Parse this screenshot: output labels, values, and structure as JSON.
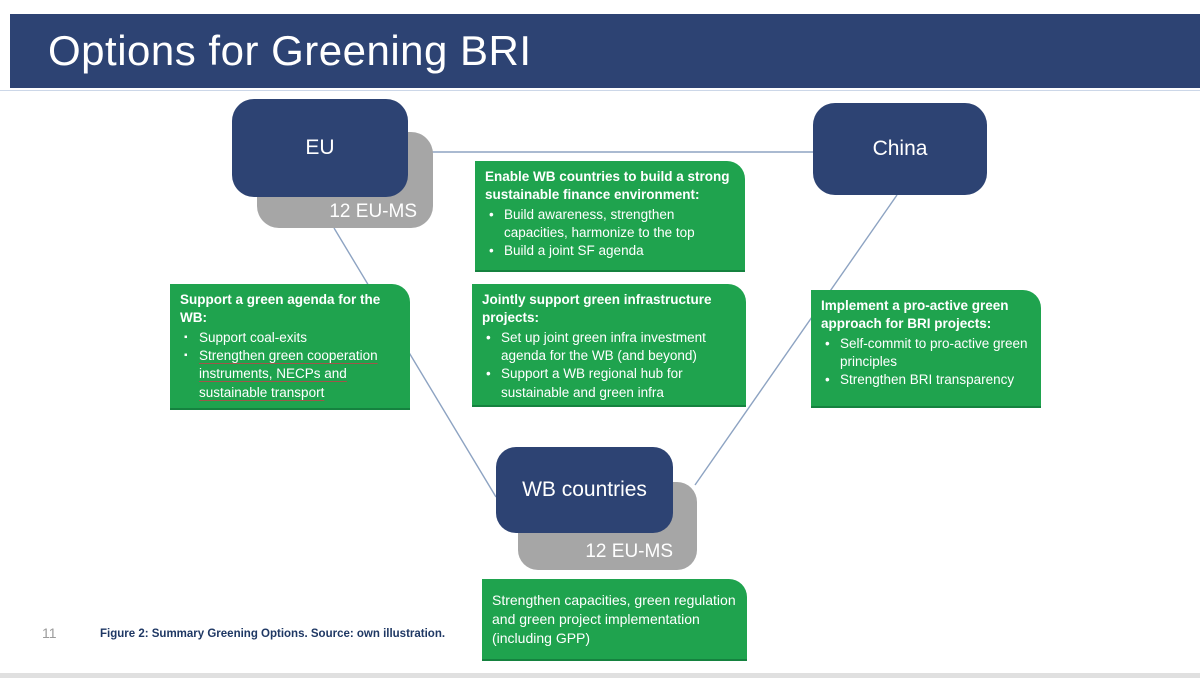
{
  "header": {
    "title": "Options for Greening BRI"
  },
  "nodes": {
    "eu": {
      "label": "EU",
      "badge": "12 EU-MS"
    },
    "china": {
      "label": "China"
    },
    "wb": {
      "label": "WB countries",
      "badge": "12 EU-MS"
    }
  },
  "green_boxes": {
    "top": {
      "title": "Enable WB countries to build a strong sustainable finance environment:",
      "bullets": [
        {
          "text": "Build awareness, strengthen capacities, harmonize to the top"
        },
        {
          "text": "Build a joint SF agenda"
        }
      ]
    },
    "left": {
      "title": "Support a green agenda for the WB:",
      "bullets": [
        {
          "text": "Support coal-exits"
        },
        {
          "text": "Strengthen green cooperation instruments, NECPs and sustainable transport",
          "underline": true
        }
      ]
    },
    "middle": {
      "title": "Jointly support green infrastructure projects:",
      "bullets": [
        {
          "text": "Set up joint green infra investment agenda for the WB (and beyond)"
        },
        {
          "text": "Support a  WB regional hub for sustainable and green infra"
        }
      ]
    },
    "right": {
      "title": "Implement a pro-active green approach for BRI projects:",
      "bullets": [
        {
          "text": "Self-commit to pro-active green principles"
        },
        {
          "text": "Strengthen BRI transparency"
        }
      ]
    },
    "bottom": {
      "text": "Strengthen capacities, green regulation and green project implementation (including GPP)"
    }
  },
  "footer": {
    "page_number": "11",
    "caption": "Figure 2: Summary Greening Options. Source: own illustration."
  },
  "colors": {
    "navy": "#2d4373",
    "green": "#1fa34e",
    "green_border": "#15823f",
    "gray": "#a6a6a6",
    "connector": "#8da3c2",
    "caption_blue": "#1f3864"
  }
}
